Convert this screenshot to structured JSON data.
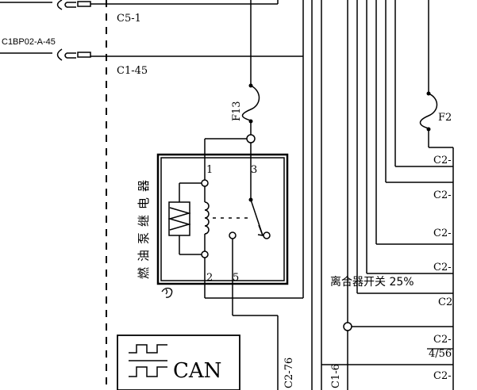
{
  "labels": {
    "c5_1": "C5-1",
    "c1bp02": "C1BP02-A-45",
    "c1_45": "C1-45",
    "f13": "F13",
    "f2": "F2",
    "relay_name": "燃油泵继电器",
    "pin1": "1",
    "pin2": "2",
    "pin3": "3",
    "pin5": "5",
    "c2_76": "C2-76",
    "c1_6": "C1-6",
    "can": "CAN",
    "clutch_switch": "离合器开关 25%",
    "c2_a": "C2-",
    "c2_b": "C2-",
    "c2_c": "C2-",
    "c2_d": "C2-",
    "c2_e": "C2",
    "c2_f": "C2-",
    "c2_f2": "4/56",
    "c2_g": "C2-"
  },
  "relay_name_chars": [
    "燃",
    "油",
    "泵",
    "继",
    "电",
    "器"
  ]
}
